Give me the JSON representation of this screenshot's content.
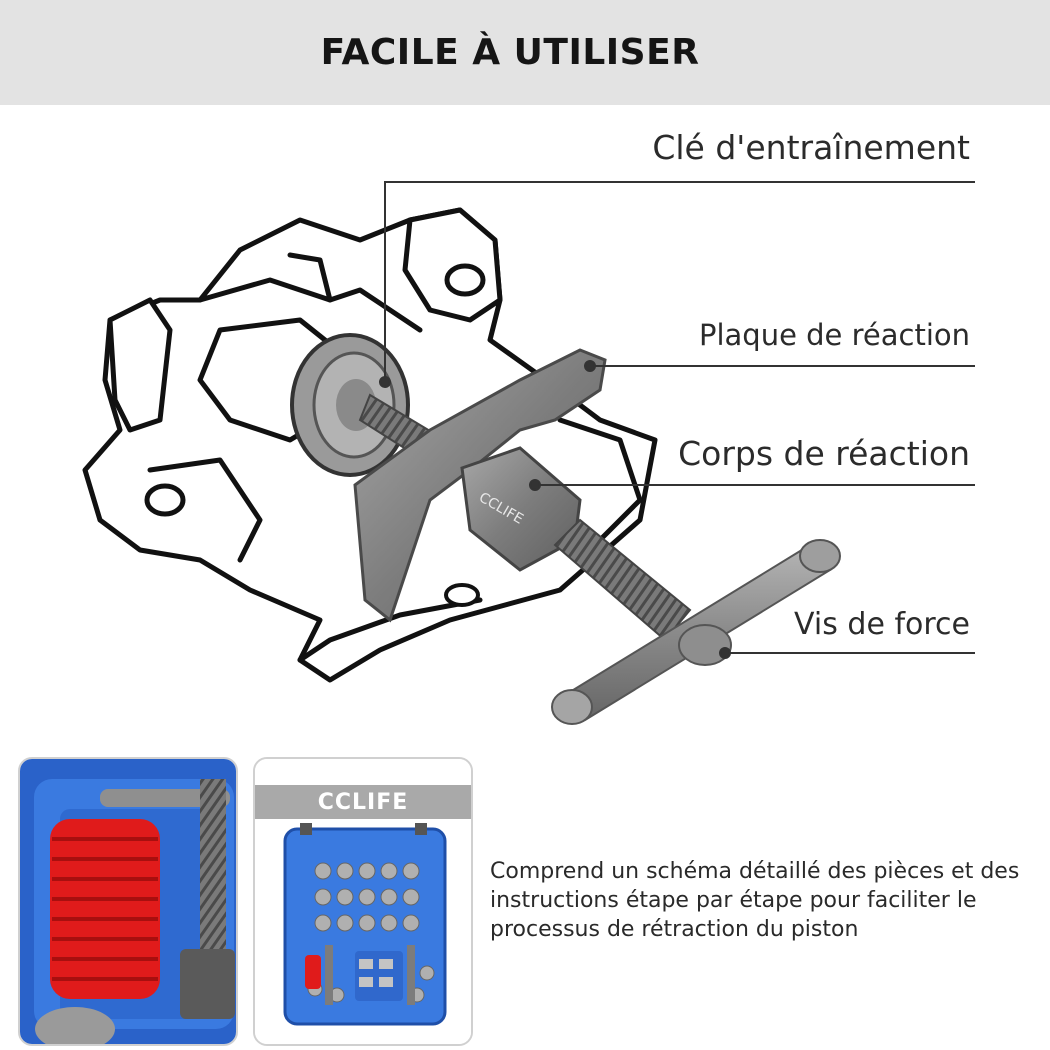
{
  "header": {
    "title": "FACILE À UTILISER"
  },
  "callouts": {
    "drive_key": "Clé d'entraînement",
    "reaction_plate": "Plaque de réaction",
    "reaction_body": "Corps de réaction",
    "force_screw": "Vis de force"
  },
  "product": {
    "brand_on_tool": "CCLIFE",
    "brand_label": "CCLIFE"
  },
  "description": "Comprend un schéma détaillé des pièces et des instructions étape par étape pour faciliter le processus de rétraction du piston",
  "colors": {
    "banner_bg": "#e3e3e3",
    "tool_steel": "#8a8a8a",
    "case_blue": "#2f6fd8",
    "boot_red": "#e01b1b"
  }
}
